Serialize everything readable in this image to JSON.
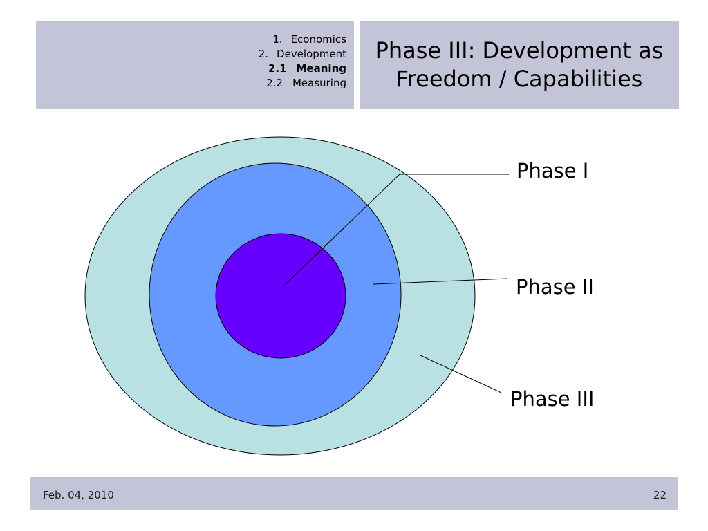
{
  "header": {
    "outline": [
      {
        "num": "1.",
        "label": "Economics",
        "active": false
      },
      {
        "num": "2.",
        "label": "Development",
        "active": false
      },
      {
        "num": "2.1",
        "label": "Meaning",
        "active": true
      },
      {
        "num": "2.2",
        "label": "Measuring",
        "active": false
      }
    ],
    "title_line1": "Phase III: Development as",
    "title_line2": "Freedom / Capabilities"
  },
  "diagram": {
    "labels": {
      "phase1": "Phase I",
      "phase2": "Phase II",
      "phase3": "Phase III"
    },
    "colors": {
      "outer": "#b9e0e2",
      "middle": "#6699ff",
      "inner": "#6600ff",
      "stroke": "#000000"
    }
  },
  "footer": {
    "date": "Feb. 04, 2010",
    "page_number": "22"
  },
  "theme": {
    "panel_color": "#c4c4d8"
  }
}
